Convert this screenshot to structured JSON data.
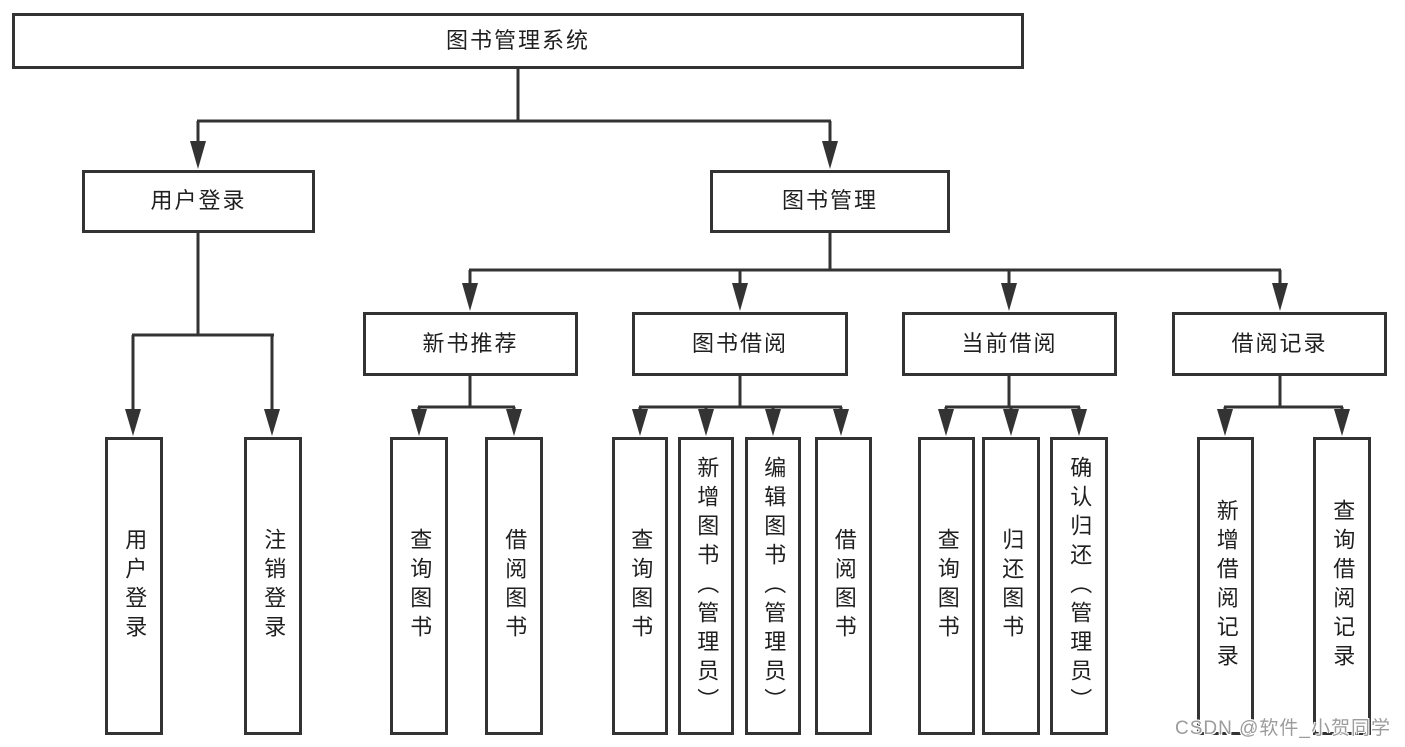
{
  "root": {
    "label": "图书管理系统"
  },
  "level2": [
    {
      "label": "用户登录",
      "parent": "图书管理系统"
    },
    {
      "label": "图书管理",
      "parent": "图书管理系统"
    }
  ],
  "level3": [
    {
      "label": "新书推荐",
      "parent": "图书管理"
    },
    {
      "label": "图书借阅",
      "parent": "图书管理"
    },
    {
      "label": "当前借阅",
      "parent": "图书管理"
    },
    {
      "label": "借阅记录",
      "parent": "图书管理"
    }
  ],
  "leaves": [
    {
      "label": "用户登录",
      "parent": "用户登录"
    },
    {
      "label": "注销登录",
      "parent": "用户登录"
    },
    {
      "label": "查询图书",
      "parent": "新书推荐"
    },
    {
      "label": "借阅图书",
      "parent": "新书推荐"
    },
    {
      "label": "查询图书",
      "parent": "图书借阅"
    },
    {
      "label": "新增图书（管理员）",
      "parent": "图书借阅"
    },
    {
      "label": "编辑图书（管理员）",
      "parent": "图书借阅"
    },
    {
      "label": "借阅图书",
      "parent": "图书借阅"
    },
    {
      "label": "查询图书",
      "parent": "当前借阅"
    },
    {
      "label": "归还图书",
      "parent": "当前借阅"
    },
    {
      "label": "确认归还（管理员）",
      "parent": "当前借阅"
    },
    {
      "label": "新增借阅记录",
      "parent": "借阅记录"
    },
    {
      "label": "查询借阅记录",
      "parent": "借阅记录"
    }
  ],
  "watermark": "CSDN @软件_小贺同学",
  "colors": {
    "line": "#333333",
    "border": "#333333",
    "text": "#1f1f1f",
    "background": "#ffffff",
    "watermark_text": "#9c9c9c"
  }
}
